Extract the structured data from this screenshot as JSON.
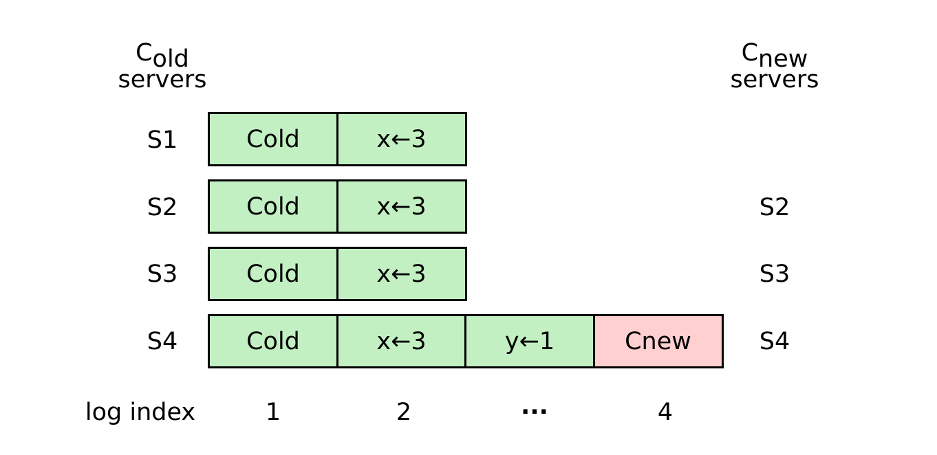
{
  "headers": {
    "old": {
      "base": "C",
      "sub": "old",
      "line2": "servers"
    },
    "new": {
      "base": "C",
      "sub": "new",
      "line2": "servers"
    }
  },
  "servers_left": [
    "S1",
    "S2",
    "S3",
    "S4"
  ],
  "servers_right": {
    "row2": "S2",
    "row3": "S3",
    "row4": "S4"
  },
  "rows": [
    {
      "cells": [
        {
          "base": "C",
          "sub": "old",
          "kind": "green"
        },
        {
          "text": "x←3",
          "kind": "green"
        }
      ]
    },
    {
      "cells": [
        {
          "base": "C",
          "sub": "old",
          "kind": "green"
        },
        {
          "text": "x←3",
          "kind": "green"
        }
      ]
    },
    {
      "cells": [
        {
          "base": "C",
          "sub": "old",
          "kind": "green"
        },
        {
          "text": "x←3",
          "kind": "green"
        }
      ]
    },
    {
      "cells": [
        {
          "base": "C",
          "sub": "old",
          "kind": "green"
        },
        {
          "text": "x←3",
          "kind": "green"
        },
        {
          "text": "y←1",
          "kind": "green"
        },
        {
          "base": "C",
          "sub": "new",
          "kind": "pink"
        }
      ]
    }
  ],
  "log_index": {
    "label": "log index",
    "values": [
      "1",
      "2",
      "···",
      "4"
    ]
  },
  "colors": {
    "green": "#c3f0c3",
    "pink": "#ffd0d0",
    "border": "#000000"
  }
}
